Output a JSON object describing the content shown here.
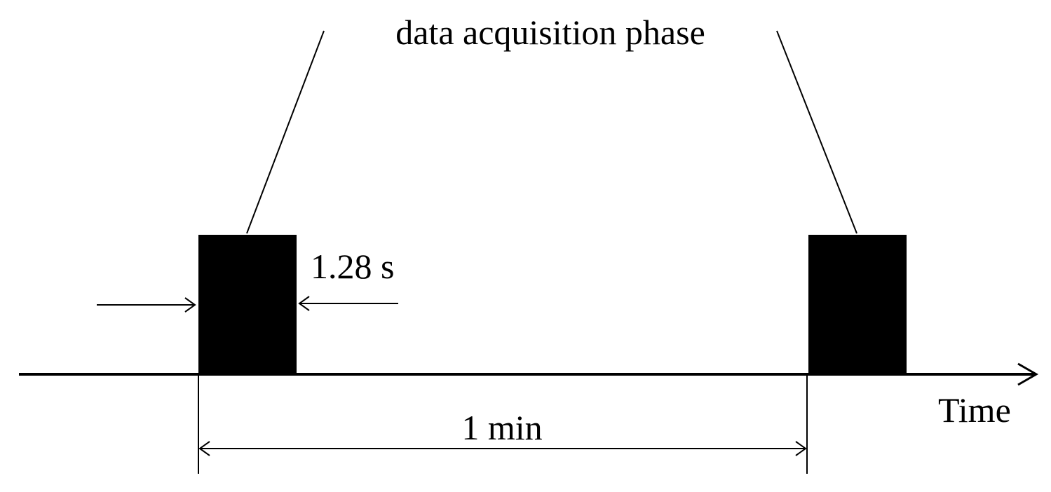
{
  "diagram": {
    "title": "data acquisition phase",
    "pulse_duration_label": "1.28 s",
    "interval_label": "1 min",
    "axis_label": "Time",
    "colors": {
      "ink": "#000000",
      "background": "#ffffff"
    }
  }
}
